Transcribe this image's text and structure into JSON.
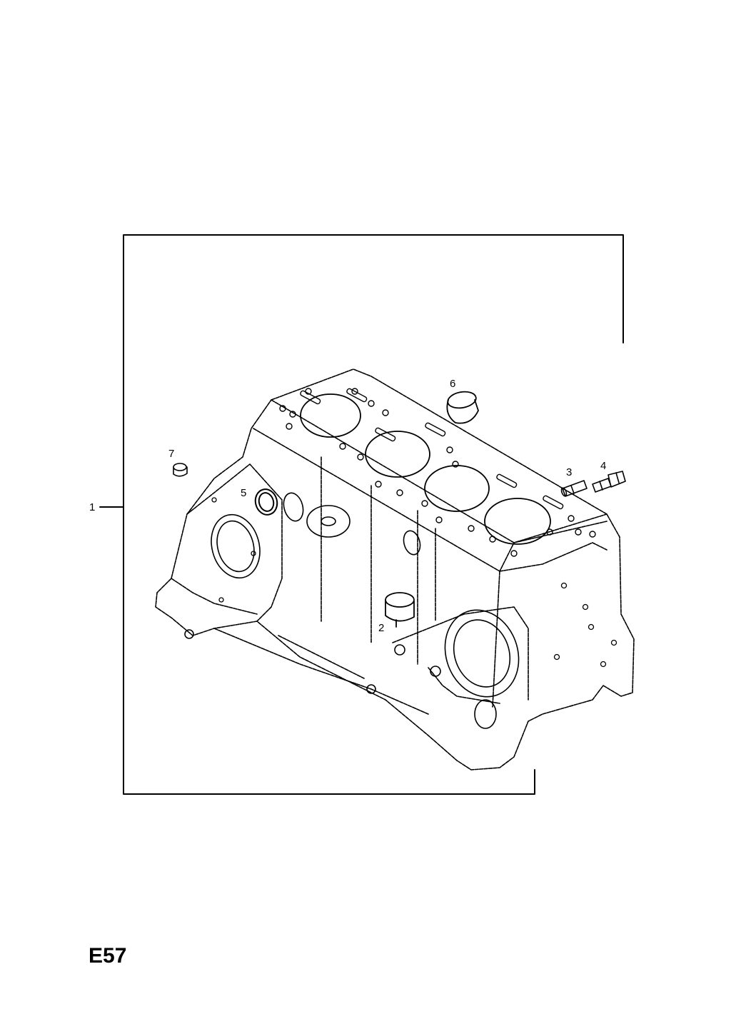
{
  "figure": {
    "code": "E57",
    "callouts": [
      {
        "id": "1",
        "label": "1"
      },
      {
        "id": "2",
        "label": "2"
      },
      {
        "id": "3",
        "label": "3"
      },
      {
        "id": "4",
        "label": "4"
      },
      {
        "id": "5",
        "label": "5"
      },
      {
        "id": "6",
        "label": "6"
      },
      {
        "id": "7",
        "label": "7"
      }
    ]
  },
  "colors": {
    "line": "#000000",
    "background": "#ffffff"
  }
}
